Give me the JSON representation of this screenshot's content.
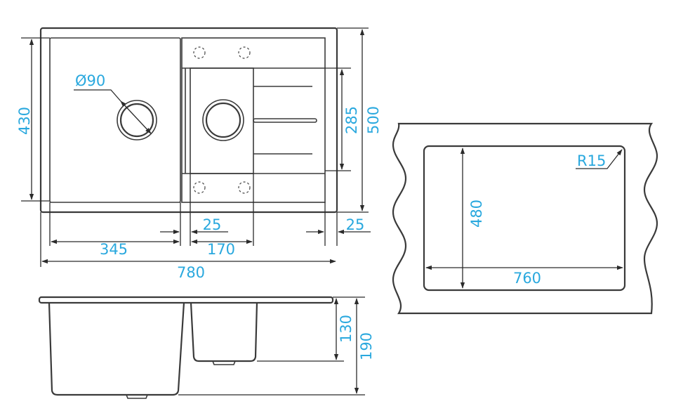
{
  "dimensions": {
    "drain_diameter": "Ø90",
    "depth_430": "430",
    "depth_500": "500",
    "depth_285": "285",
    "width_345": "345",
    "width_170": "170",
    "gap_25_mid": "25",
    "gap_25_right": "25",
    "width_780": "780",
    "cutout_480": "480",
    "cutout_760": "760",
    "corner_radius": "R15",
    "bowl_depth_130": "130",
    "bowl_depth_190": "190"
  },
  "colors": {
    "dimension_text": "#29a8de",
    "outline": "#3a3a3a"
  }
}
